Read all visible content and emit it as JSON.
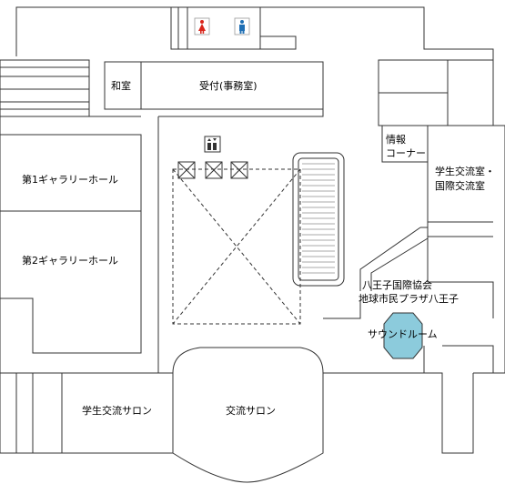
{
  "rooms": {
    "washitsu": "和室",
    "uketsuke": "受付(事務室)",
    "gallery1": "第1ギャラリーホール",
    "gallery2": "第2ギャラリーホール",
    "jouhou_line1": "情報",
    "jouhou_line2": "コーナー",
    "gakusei_koryu_line1": "学生交流室・",
    "gakusei_koryu_line2": "国際交流室",
    "hachioji_line1": "八王子国際協会",
    "hachioji_line2": "地球市民プラザ八王子",
    "sound_room": "サウンドルーム",
    "gakusei_salon": "学生交流サロン",
    "koryu_salon": "交流サロン"
  },
  "icons": {
    "restroom_women": "restroom-women-icon",
    "restroom_men": "restroom-men-icon",
    "elevator": "elevator-icon"
  },
  "colors": {
    "restroom_women": "#d9261c",
    "restroom_men": "#1f6fb4",
    "sound_room_fill": "#8ccbdc",
    "wall": "#333333"
  }
}
